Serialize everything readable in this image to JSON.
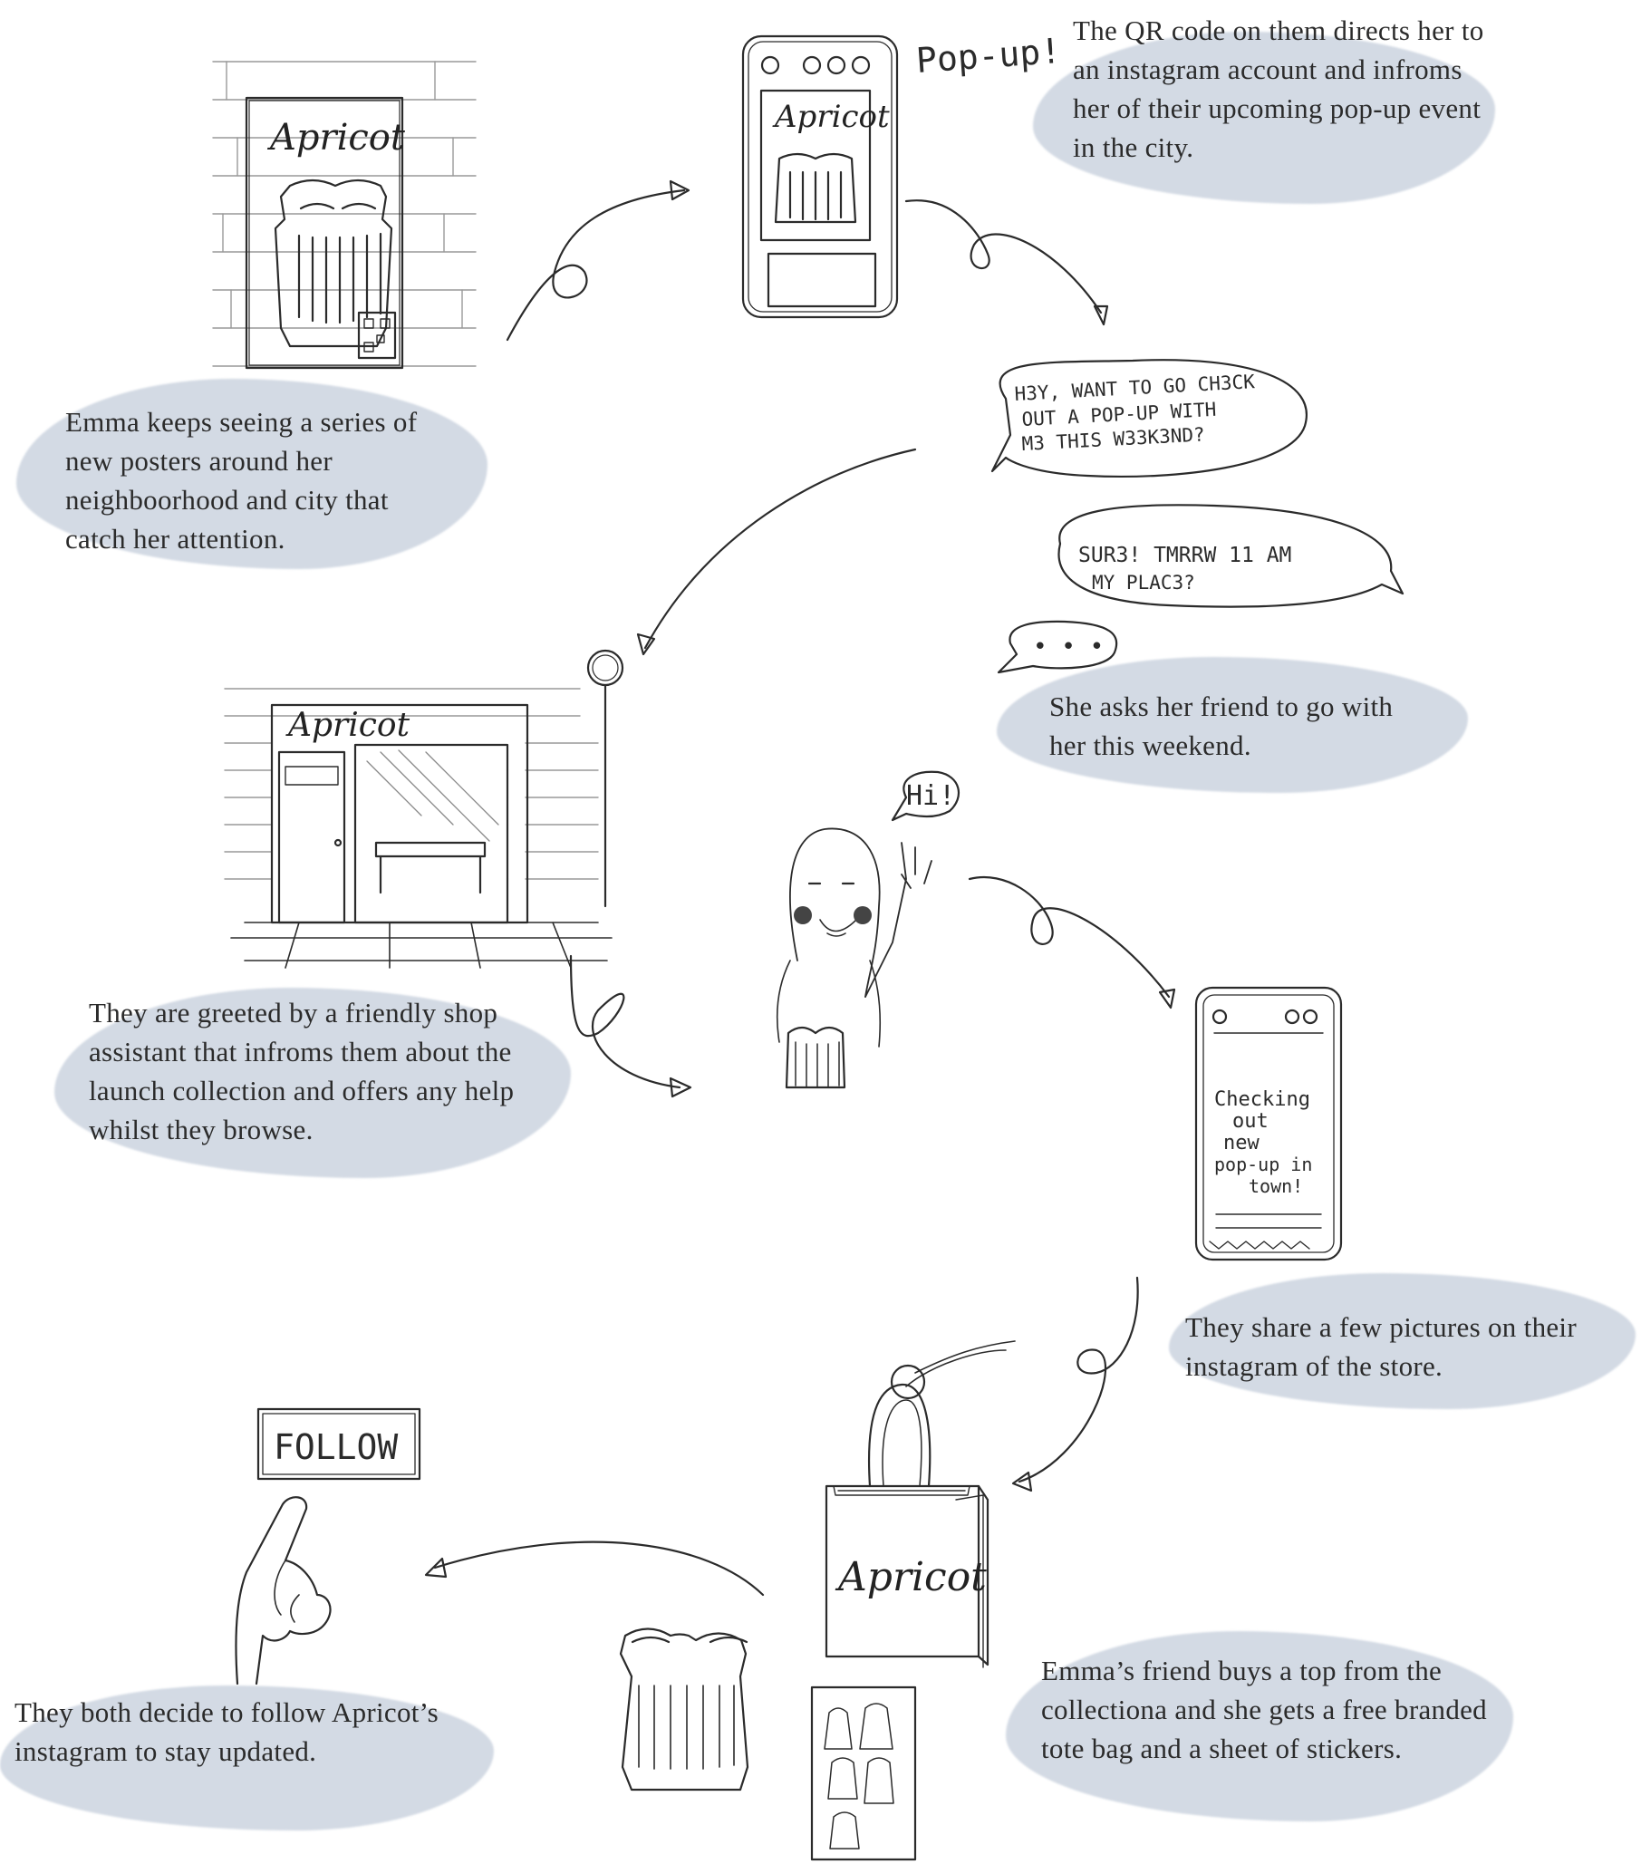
{
  "steps": [
    {
      "caption": "Emma keeps seeing a series of new posters around her neighboorhood and city that catch her attention."
    },
    {
      "caption": "The QR code on them directs her to an instagram account and infroms her of their upcoming pop-up event in the city."
    },
    {
      "caption": "She asks her friend to go with her this weekend."
    },
    {
      "caption": "They are greeted by a friendly shop assistant that infroms them about the launch collection and offers any help whilst they browse."
    },
    {
      "caption": "They share a few pictures on their instagram of the store."
    },
    {
      "caption": "Emma’s friend buys a top from the collectiona and she gets a free branded tote bag and a sheet of stickers."
    },
    {
      "caption": "They both decide to follow Apricot’s instagram to stay updated."
    }
  ],
  "sketch_text": {
    "poster_brand": "Apricot",
    "popup": "Pop-up!",
    "msg1_line1": "H3Y, WANT TO GO CH3CK",
    "msg1_line2": "OUT A POP-UP WITH",
    "msg1_line3": "M3 THIS W33K3ND?",
    "msg2_line1": "SUR3! TMRRW 11 AM",
    "msg2_line2": "MY PLAC3?",
    "typing": "• • •",
    "store_brand": "Apricot",
    "greeting": "Hi!",
    "story_line1": "Checking",
    "story_line2": "out",
    "story_line3": "new",
    "story_line4": "pop-up in",
    "story_line5": "town!",
    "tote_brand": "Apricot",
    "follow_button": "FOLLOW"
  },
  "colors": {
    "blob": "#d3dae4",
    "ink": "#2b2b2b"
  }
}
